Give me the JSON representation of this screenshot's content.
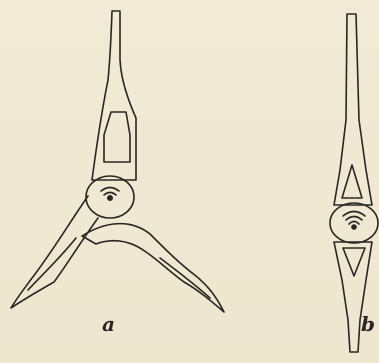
{
  "figure": {
    "panels": [
      {
        "id": "a",
        "label": "a"
      },
      {
        "id": "b",
        "label": "b"
      }
    ],
    "colors": {
      "background": "#efe8d2",
      "ink": "#2a2622"
    }
  }
}
